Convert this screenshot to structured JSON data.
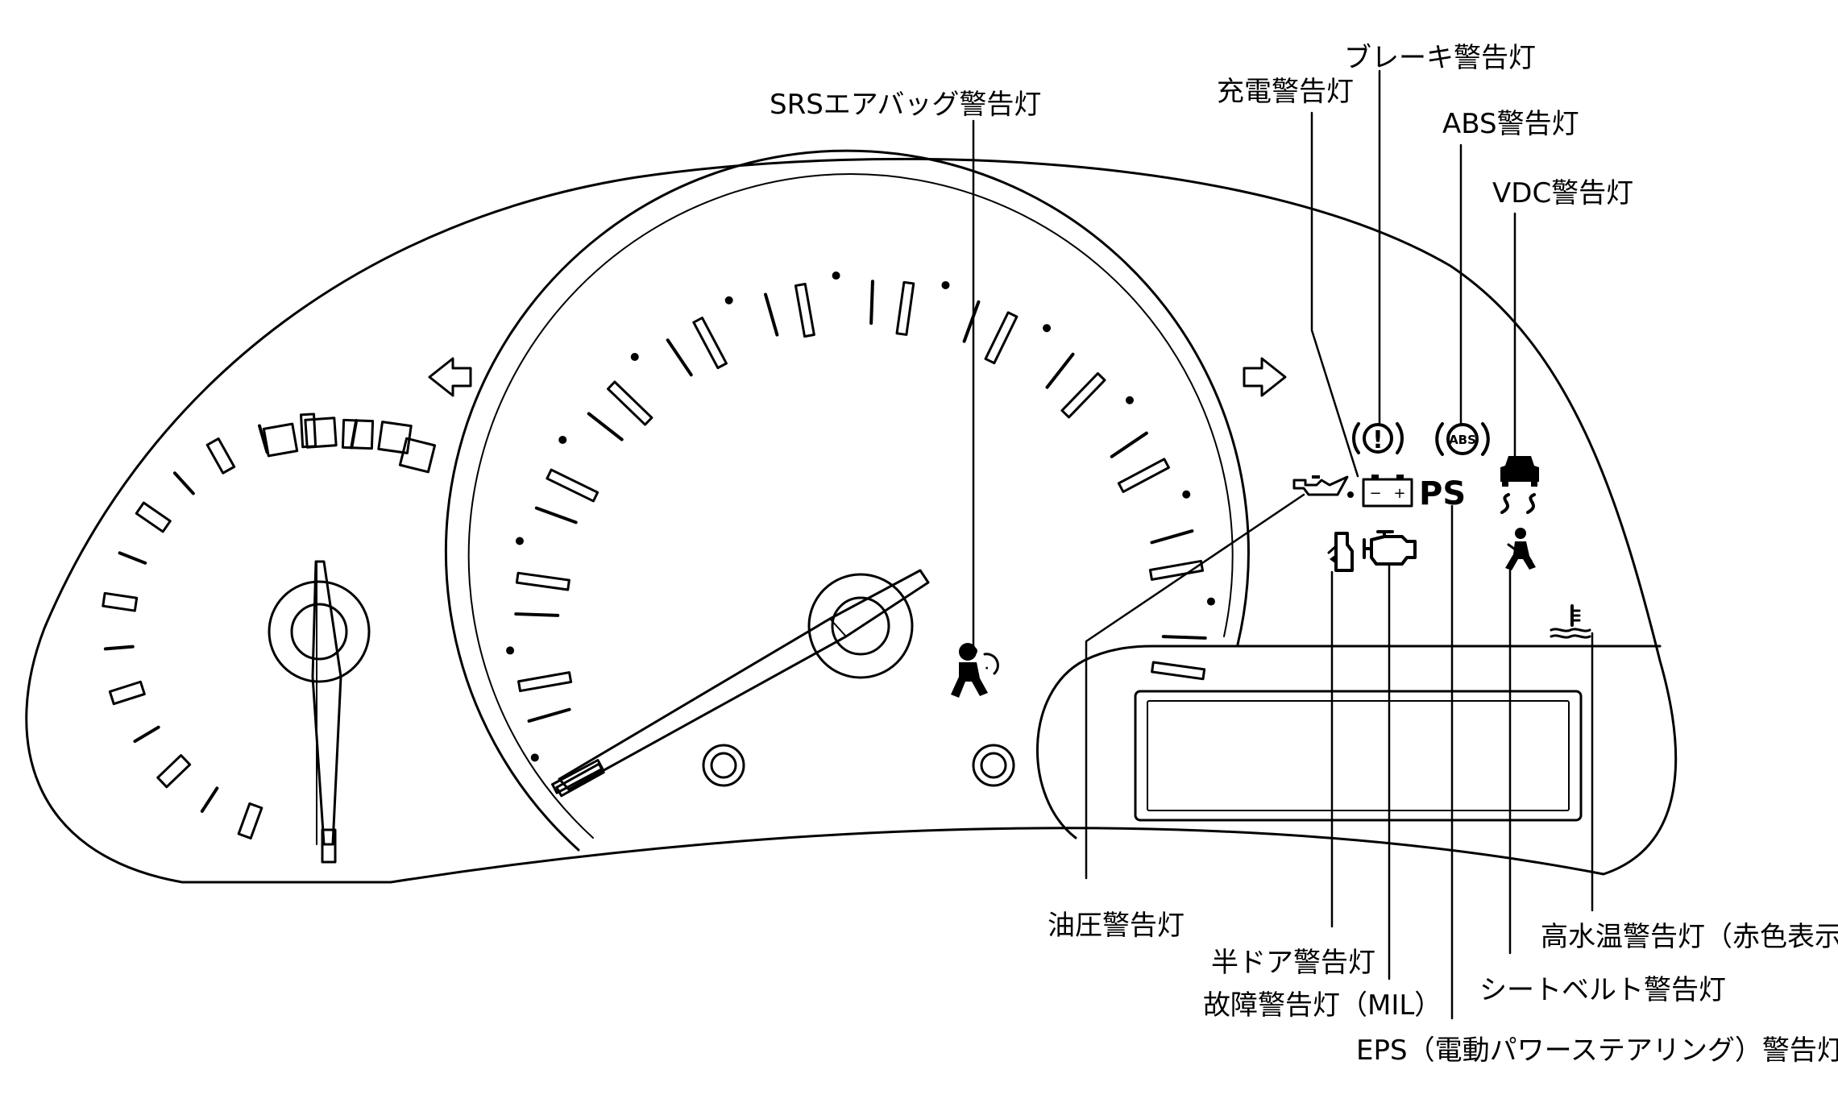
{
  "labels": {
    "srs_airbag": "SRSエアバッグ警告灯",
    "charge": "充電警告灯",
    "brake": "ブレーキ警告灯",
    "abs": "ABS警告灯",
    "vdc": "VDC警告灯",
    "oil_pressure": "油圧警告灯",
    "half_door": "半ドア警告灯",
    "mil": "故障警告灯（MIL）",
    "eps": "EPS（電動パワーステアリング）警告灯",
    "seatbelt": "シートベルト警告灯",
    "high_water_temp": "高水温警告灯（赤色表示）"
  },
  "indicator_text": {
    "ps": "PS",
    "abs_symbol": "ABS",
    "battery_minus": "−",
    "battery_plus": "+",
    "brake_symbol": "!"
  },
  "colors": {
    "line": "#000000",
    "background": "#ffffff"
  },
  "icons": [
    "turn-left-arrow-icon",
    "turn-right-arrow-icon",
    "brake-warning-icon",
    "abs-warning-icon",
    "vdc-warning-icon",
    "oil-pressure-icon",
    "battery-icon",
    "ps-icon",
    "door-ajar-icon",
    "engine-check-icon",
    "seatbelt-icon",
    "coolant-temp-icon",
    "airbag-icon"
  ]
}
